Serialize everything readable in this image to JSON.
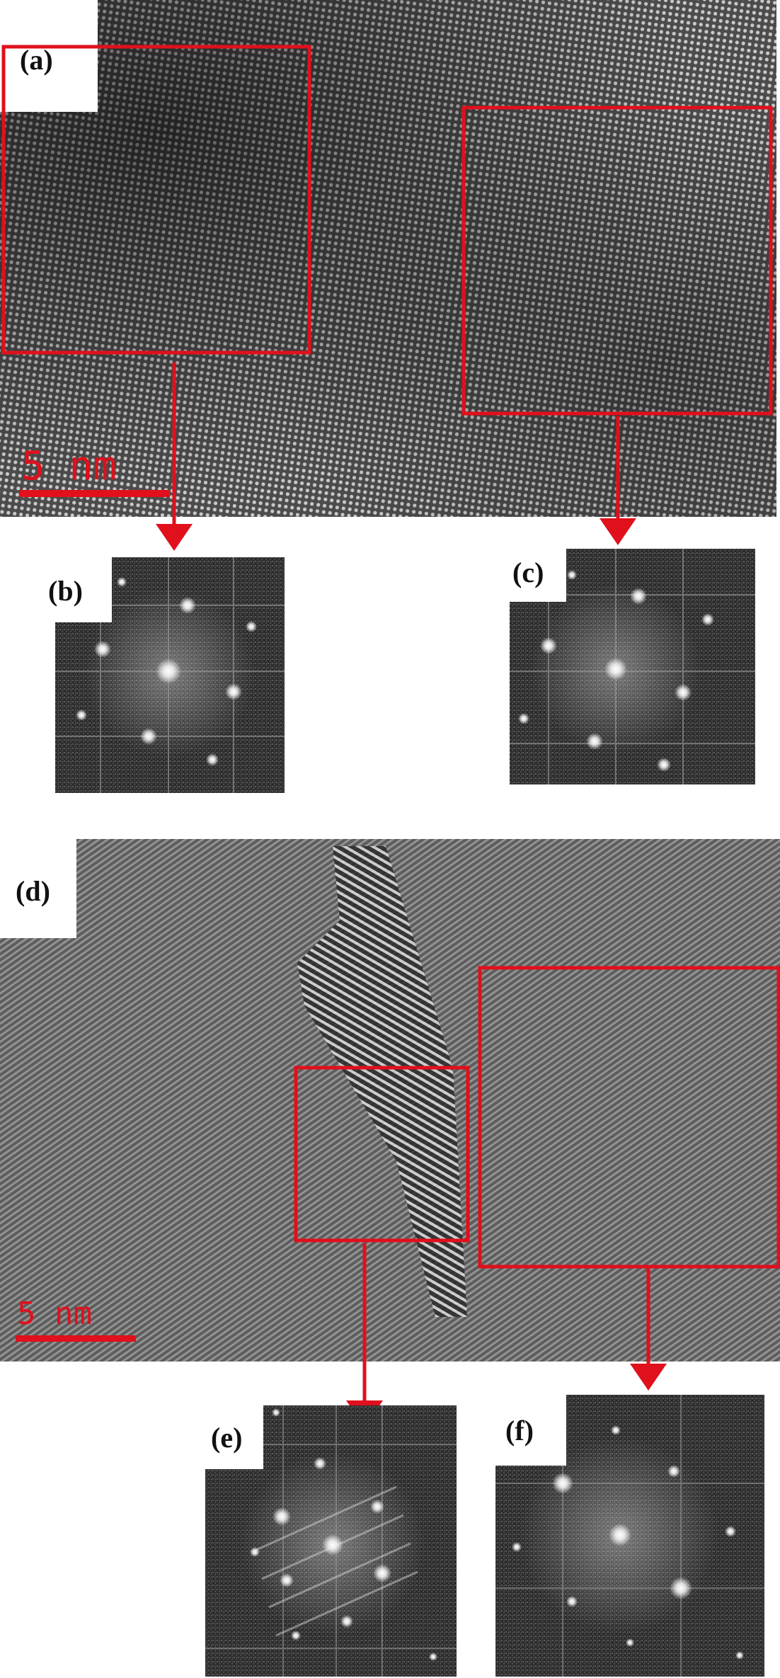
{
  "figure": {
    "panels": {
      "a": {
        "label": "(a)",
        "scale_bar": "5  nm"
      },
      "b": {
        "label": "(b)"
      },
      "c": {
        "label": "(c)"
      },
      "d": {
        "label": "(d)",
        "scale_bar": "5  nm"
      },
      "e": {
        "label": "(e)"
      },
      "f": {
        "label": "(f)"
      }
    },
    "colors": {
      "annotation": "#e0101c",
      "micrograph_dark": "#3a3a3a",
      "micrograph_light": "#9a9a9a",
      "fft_background": "#2b2b2b",
      "label_box": "#ffffff"
    }
  }
}
